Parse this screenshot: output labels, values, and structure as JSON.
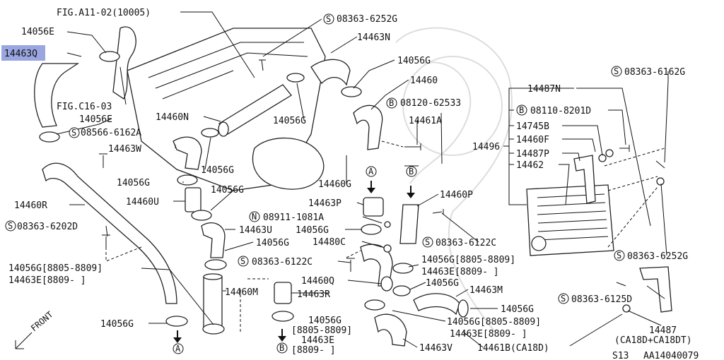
{
  "labels": {
    "fig_a11": "FIG.A11-02(10005)",
    "p14056e_top": "14056E",
    "p14463q": "14463Q",
    "fig_c16": "FIG.C16-03",
    "p14056e_2": "14056E",
    "s08566": "08566-6162A",
    "p14463w": "14463W",
    "p14056g_a": "14056G",
    "p14460u": "14460U",
    "p14460r": "14460R",
    "s08363_6202d": "08363-6202D",
    "p14056g_88": "14056G[8805-8809]",
    "p14463e_88": "14463E[8809-      ]",
    "p14056g_b": "14056G",
    "p14460n": "14460N",
    "p14056g_c": "14056G",
    "p14056g_d": "14056G",
    "p14056g_e": "14056G",
    "p14463u": "14463U",
    "p14056g_f": "14056G",
    "p14460m": "14460M",
    "s08363_6252g_top": "08363-6252G",
    "p14463n": "14463N",
    "p14056g_g": "14056G",
    "p14460": "14460",
    "b08120": "08120-62533",
    "p14461a": "14461A",
    "p14460g": "14460G",
    "p14463p": "14463P",
    "n08911": "08911-1081A",
    "p14056g_h": "14056G",
    "p14480c": "14480C",
    "s08363_6122c_mid": "08363-6122C",
    "p14460q": "14460Q",
    "p14463r": "14463R",
    "p14056g_i": "14056G",
    "p14056g_i2": "[8805-8809]",
    "p14463e_i": "14463E",
    "p14463e_i2": "[8809-     ]",
    "p14460p": "14460P",
    "s08363_6122c_r": "08363-6122C",
    "p14056g_j": "14056G[8805-8809]",
    "p14463e_j": "14463E[8809-     ]",
    "p14056g_k": "14056G",
    "p14463m": "14463M",
    "p14056g_l": "14056G",
    "p14056g_m": "14056G[8805-8809]",
    "p14463e_m": "14463E[8809-     ]",
    "p14463v": "14463V",
    "p14461b": "14461B(CA18D)",
    "p14487n": "14487N",
    "b08110": "08110-8201D",
    "p14745b": "14745B",
    "p14496": "14496",
    "p14460f": "14460F",
    "p14487p": "14487P",
    "p14462": "14462",
    "s08363_6162g": "08363-6162G",
    "s08363_6252g_r": "08363-6252G",
    "s08363_6125d": "08363-6125D",
    "p14487": "14487",
    "p14487_note": "(CA18D+CA18DT)",
    "footer_s13": "S13",
    "footer_code": "AA14040079",
    "front": "FRONT",
    "mark_a": "A",
    "mark_b": "B",
    "mark_s": "S",
    "mark_n": "N"
  },
  "highlight_color": "#9aa6e0"
}
